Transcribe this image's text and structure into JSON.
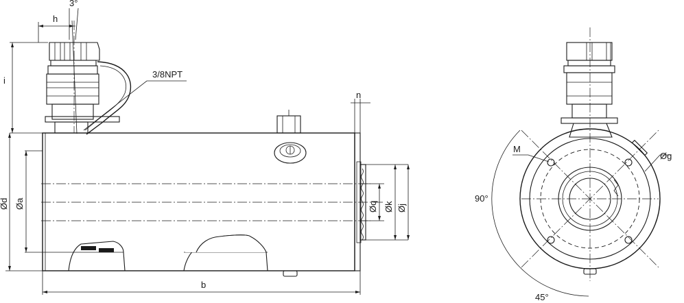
{
  "drawing": {
    "labels": {
      "angle_3": "3°",
      "h": "h",
      "i": "i",
      "thread": "3/8NPT",
      "n": "n",
      "d": "Ød",
      "a": "Øa",
      "q": "Øq",
      "k": "Øk",
      "j": "Øj",
      "b": "b",
      "M": "M",
      "g": "Øg",
      "angle_90": "90°",
      "angle_45": "45°"
    }
  }
}
